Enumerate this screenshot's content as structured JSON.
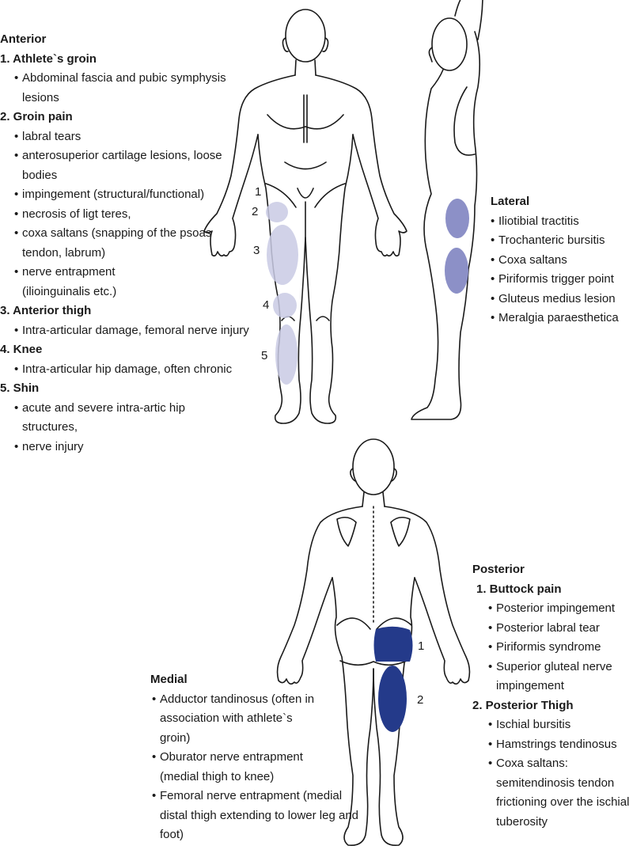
{
  "anterior": {
    "heading": "Anterior",
    "items": [
      {
        "title": "1. Athlete`s groin",
        "bullets": [
          "Abdominal fascia and pubic symphysis lesions"
        ]
      },
      {
        "title": "2. Groin pain",
        "bullets": [
          "labral tears",
          "anterosuperior cartilage lesions, loose bodies",
          "impingement (structural/functional)",
          "necrosis of ligt teres,",
          "coxa saltans (snapping of the psoas tendon, labrum)",
          "nerve entrapment (ilioinguinalis etc.)"
        ]
      },
      {
        "title": "3. Anterior thigh",
        "bullets": [
          "Intra-articular damage, femoral nerve injury"
        ]
      },
      {
        "title": "4. Knee",
        "bullets": [
          "Intra-articular hip damage, often chronic"
        ]
      },
      {
        "title": "5. Shin",
        "bullets": [
          "acute and severe intra-artic hip structures,",
          "nerve injury"
        ]
      }
    ]
  },
  "lateral": {
    "heading": "Lateral",
    "bullets": [
      "Iliotibial tractitis",
      "Trochanteric bursitis",
      "Coxa saltans",
      "Piriformis trigger point",
      "Gluteus medius lesion",
      "Meralgia paraesthetica"
    ]
  },
  "posterior": {
    "heading": "Posterior",
    "items": [
      {
        "title": "1.  Buttock pain",
        "bullets": [
          "Posterior impingement",
          "Posterior labral tear",
          "Piriformis syndrome",
          "Superior gluteal nerve impingement"
        ]
      },
      {
        "title": "2. Posterior Thigh",
        "bullets": [
          "Ischial bursitis",
          "Hamstrings tendinosus",
          "Coxa saltans: semitendinosis tendon frictioning over the ischial tuberosity"
        ]
      }
    ]
  },
  "medial": {
    "heading": "Medial",
    "bullets": [
      "Adductor tandinosus (often in association with athlete`s groin)",
      "Oburator nerve entrapment (medial thigh to knee)",
      "Femoral nerve entrapment (medial distal thigh extending to lower leg and foot)"
    ]
  },
  "zone_labels": {
    "front": [
      "1",
      "2",
      "3",
      "4",
      "5"
    ],
    "back": [
      "1",
      "2"
    ]
  },
  "colors": {
    "front_zone": "#c9cbe4",
    "lateral_zone": "#8c90c7",
    "posterior_zone": "#243a8a",
    "outline": "#1a1a1a"
  }
}
